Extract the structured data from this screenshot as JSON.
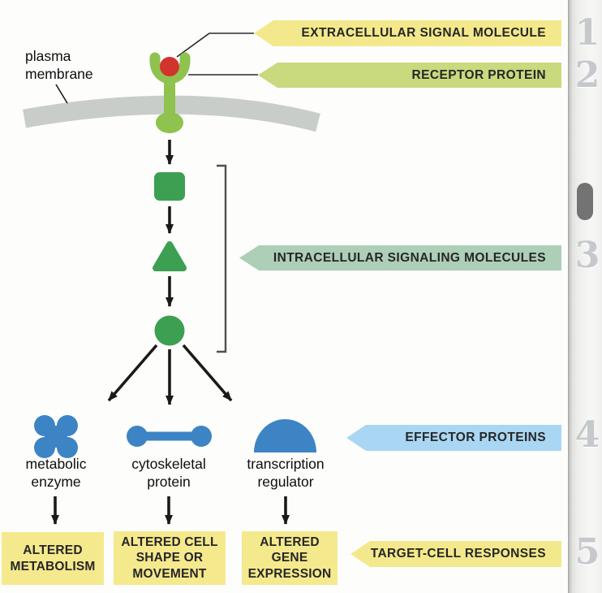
{
  "figure": {
    "plasma_membrane_label": "plasma\nmembrane",
    "banners": {
      "extracellular_signal_molecule": "EXTRACELLULAR SIGNAL MOLECULE",
      "receptor_protein": "RECEPTOR PROTEIN",
      "intracellular_signaling_molecules": "INTRACELLULAR SIGNALING MOLECULES",
      "effector_proteins": "EFFECTOR PROTEINS",
      "target_cell_responses": "TARGET-CELL RESPONSES"
    },
    "effector_labels": {
      "metabolic_enzyme": "metabolic\nenzyme",
      "cytoskeletal_protein": "cytoskeletal\nprotein",
      "transcription_regulator": "transcription\nregulator"
    },
    "response_boxes": {
      "metabolism": "ALTERED\nMETABOLISM",
      "cell_shape": "ALTERED CELL\nSHAPE OR\nMOVEMENT",
      "gene_expression": "ALTERED\nGENE\nEXPRESSION"
    },
    "icons": {
      "signal_molecule": "red-circle",
      "receptor": "green-y-receptor",
      "signaling_molecules": [
        "green-rounded-square",
        "green-triangle",
        "green-circle"
      ],
      "effectors": [
        "blue-clover-enzyme",
        "blue-dumbbell",
        "blue-dome"
      ]
    },
    "colors": {
      "banner_yellow": "#f3e98c",
      "banner_olive": "#c8d97e",
      "banner_pale_green": "#adcfb7",
      "banner_blue": "#a9d7f3",
      "box_yellow": "#f5e98d",
      "signal_red": "#d1342c",
      "receptor_green": "#8fc24f",
      "signaling_green": "#3c9f51",
      "effector_blue": "#3d84c5",
      "membrane_gray": "#c9cdc9",
      "arrow_black": "#1a1a1a"
    }
  },
  "sidebar": {
    "step_markers": [
      "1",
      "2",
      "3",
      "4",
      "5"
    ]
  }
}
